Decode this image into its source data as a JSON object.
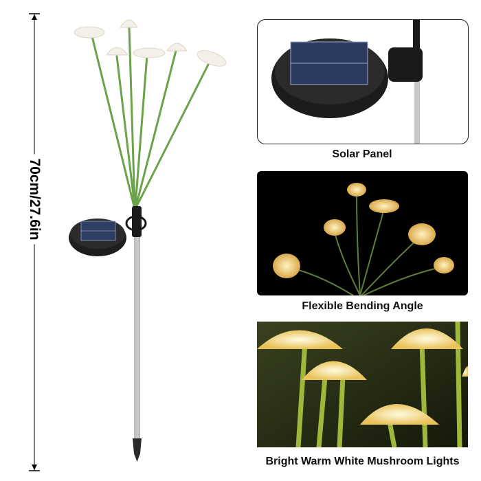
{
  "dimension": {
    "label": "70cm/27.6in"
  },
  "panels": [
    {
      "caption": "Solar Panel"
    },
    {
      "caption": "Flexible Bending Angle"
    },
    {
      "caption": "Bright Warm White Mushroom Lights"
    }
  ],
  "colors": {
    "stem": "#6aa34a",
    "cap": "#f3efe9",
    "glow": "#f5d67a",
    "panel_bg": "#000000"
  }
}
